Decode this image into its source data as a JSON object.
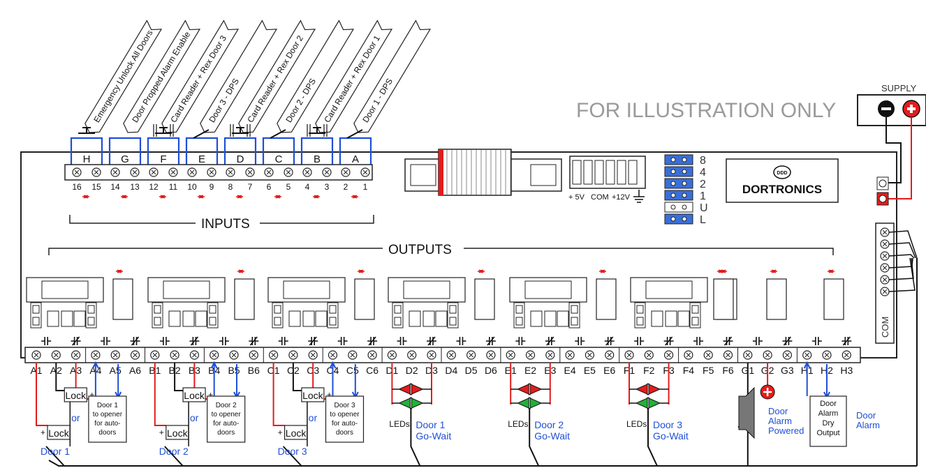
{
  "watermark": "FOR ILLUSTRATION ONLY",
  "brand": "DORTRONICS",
  "brand_mark": "DDD",
  "supply": {
    "label": "SUPPLY",
    "minus": "−",
    "plus": "+"
  },
  "com_label": "COM",
  "inputs_label": "INPUTS",
  "outputs_label": "OUTPUTS",
  "input_groups": [
    "H",
    "G",
    "F",
    "E",
    "D",
    "C",
    "B",
    "A"
  ],
  "input_terminals": [
    "16",
    "15",
    "14",
    "13",
    "12",
    "11",
    "10",
    "9",
    "8",
    "7",
    "6",
    "5",
    "4",
    "3",
    "2",
    "1"
  ],
  "input_tags": [
    "Emergency Unlock All Doors",
    "Door Propped Alarm Enable",
    "Card Reader + Rex Door 3",
    "Door 3 - DPS",
    "Card Reader + Rex Door 2",
    "Door 2 - DPS",
    "Card Reader + Rex Door 1",
    "Door 1 - DPS"
  ],
  "power_labels": [
    "+ 5V",
    "COM",
    "+12V"
  ],
  "dip_labels": [
    "8",
    "4",
    "2",
    "1",
    "U",
    "L"
  ],
  "output_terminals": [
    "A1",
    "A2",
    "A3",
    "A4",
    "A5",
    "A6",
    "B1",
    "B2",
    "B3",
    "B4",
    "B5",
    "B6",
    "C1",
    "C2",
    "C3",
    "C4",
    "C5",
    "C6",
    "D1",
    "D2",
    "D3",
    "D4",
    "D5",
    "D6",
    "E1",
    "E2",
    "E3",
    "E4",
    "E5",
    "E6",
    "F1",
    "F2",
    "F3",
    "F4",
    "F5",
    "F6",
    "G1",
    "G2",
    "G3",
    "H1",
    "H2",
    "H3"
  ],
  "lock_text": "Lock",
  "or_text": "or",
  "doors": [
    "Door 1",
    "Door 2",
    "Door 3"
  ],
  "opener_boxes": [
    [
      "Door 1",
      "to opener",
      "for auto-",
      "doors"
    ],
    [
      "Door 2",
      "to opener",
      "for auto-",
      "doors"
    ],
    [
      "Door 3",
      "to opener",
      "for auto-",
      "doors"
    ]
  ],
  "leds_label": "LEDs",
  "go_wait": [
    [
      "Door 1",
      "Go-Wait"
    ],
    [
      "Door 2",
      "Go-Wait"
    ],
    [
      "Door 3",
      "Go-Wait"
    ]
  ],
  "alarm_powered": [
    "Door",
    "Alarm",
    "Powered"
  ],
  "dry_output_box": [
    "Door",
    "Alarm",
    "Dry",
    "Output"
  ],
  "door_alarm": [
    "Door",
    "Alarm"
  ],
  "colors": {
    "wire_blue": "#1f4fd6",
    "wire_red": "#e41c1c",
    "led_red": "#e41c1c",
    "led_green": "#22b03a",
    "dip_blue": "#3a6fd8",
    "label_blue": "#1f4fd6"
  }
}
